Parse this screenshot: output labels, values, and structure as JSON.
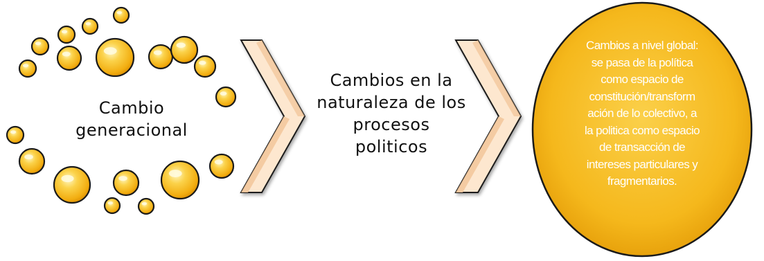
{
  "colors": {
    "bubble_light": "#fff3b0",
    "bubble_main": "#f6c12a",
    "bubble_dark": "#d98a00",
    "outline": "#1a1a1a",
    "chevron_fill": "#fde7cf",
    "chevron_shade": "#f3c89c",
    "circle_text": "#ffffff"
  },
  "icons": {
    "bubbles": "bubble-cluster-icon",
    "chevron": "chevron-right-icon"
  },
  "diagram": {
    "step1_label": "Cambio generacional",
    "step2_label": "Cambios en la naturaleza de los procesos politicos",
    "step3_lines": [
      "Cambios a nivel global:",
      "se pasa de la política",
      "como espacio de",
      "constitución/transform",
      "ación de lo colectivo, a",
      "la politica como espacio",
      "de transacción de",
      "intereses particulares y",
      "fragmentarios."
    ]
  }
}
